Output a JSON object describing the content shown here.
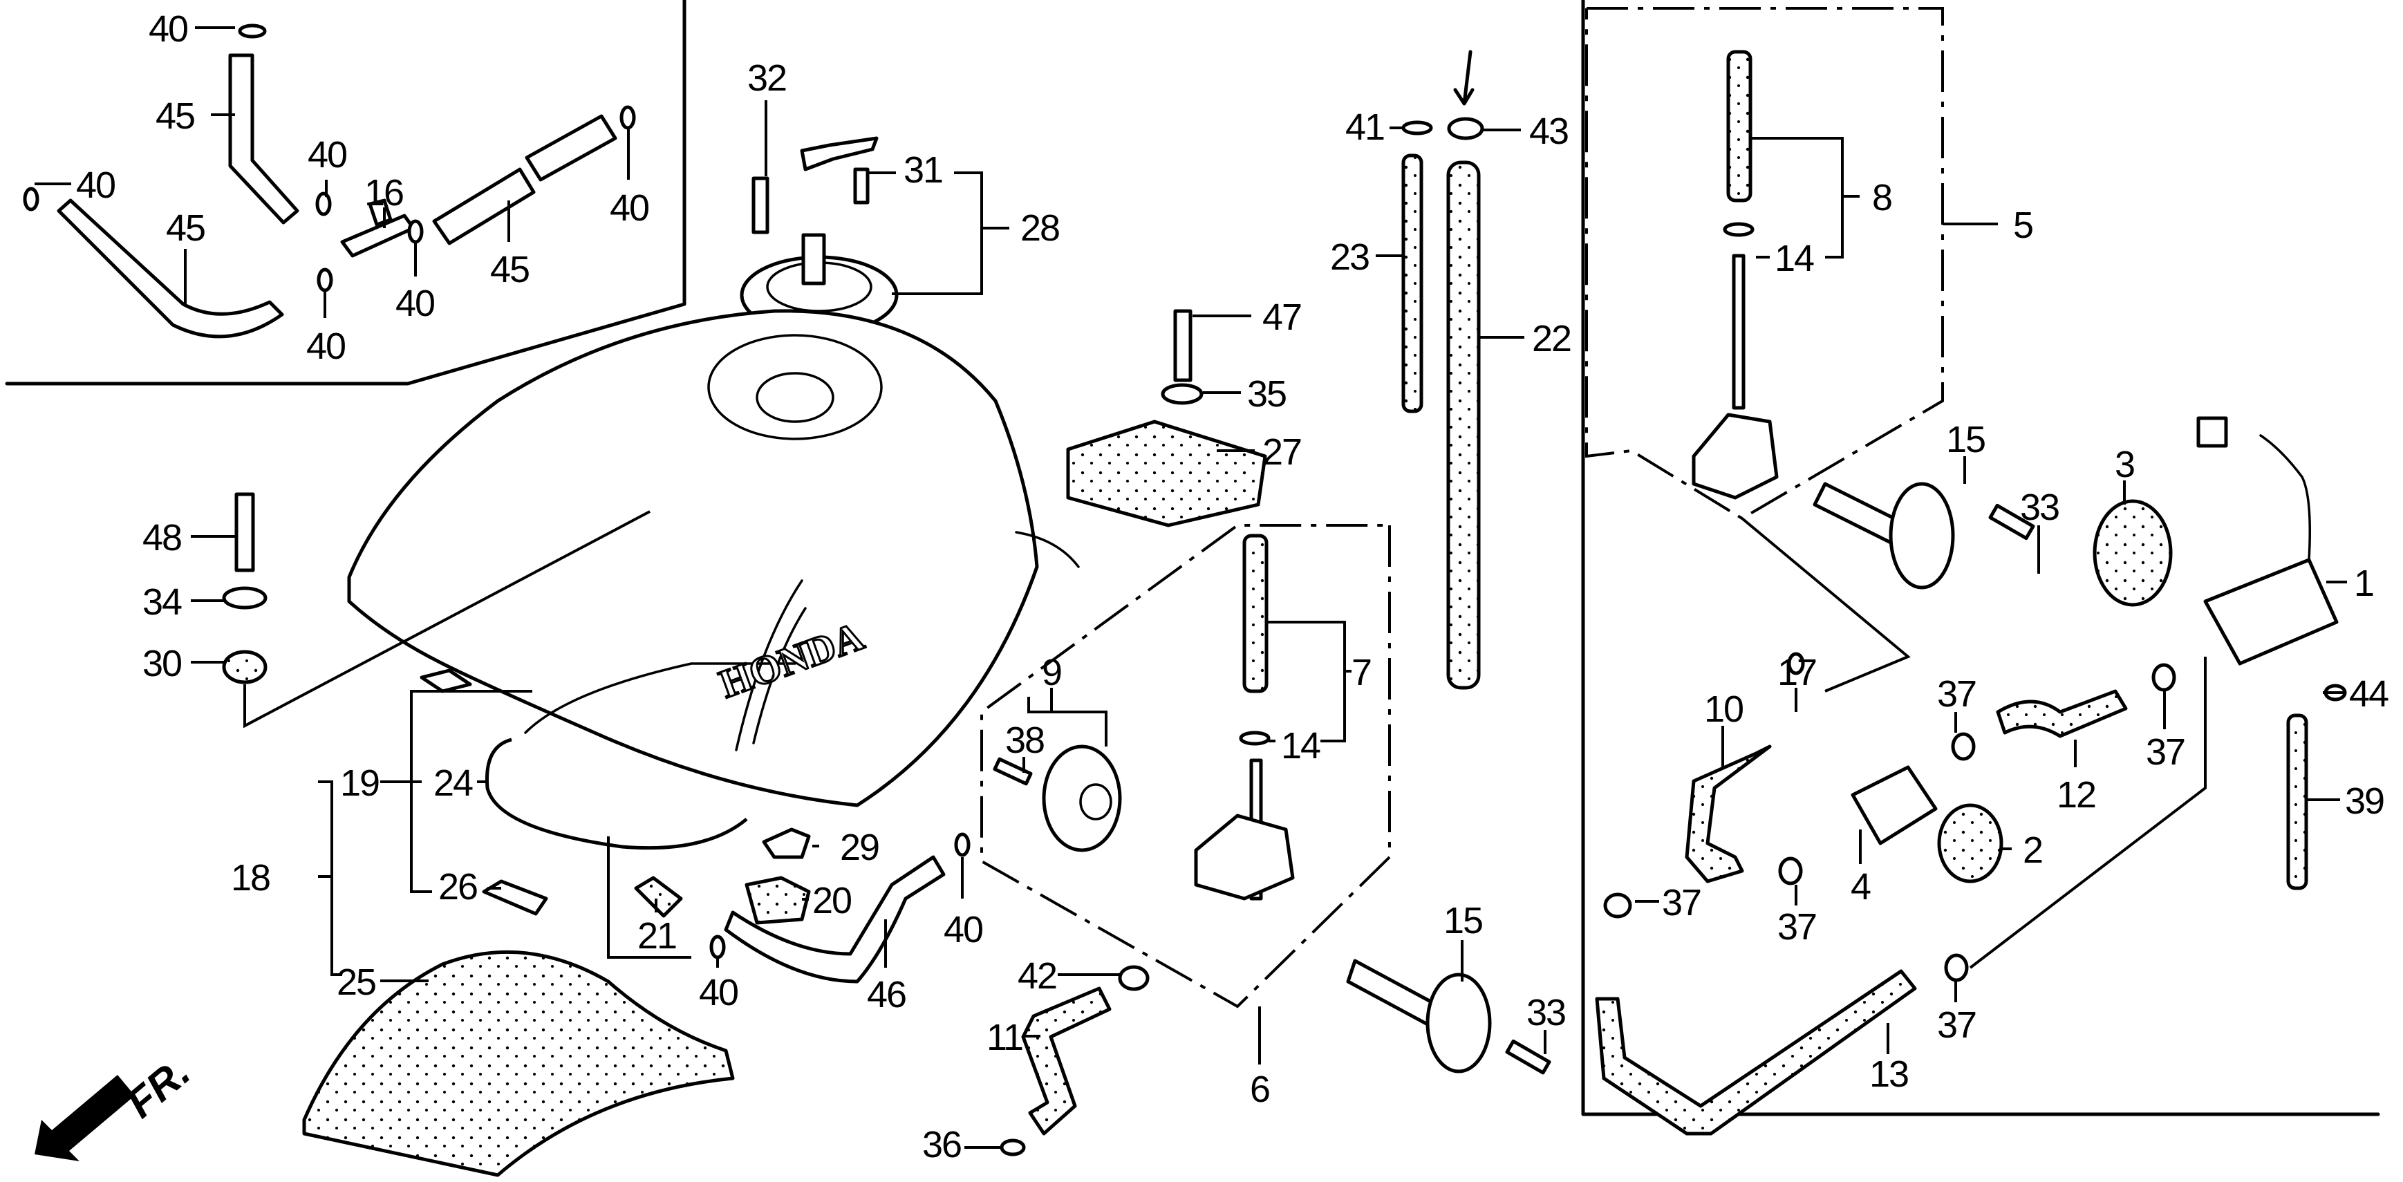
{
  "diagram": {
    "title": "Fuel Tank / Fuel Pump exploded parts diagram",
    "brand_text": "HONDA",
    "direction_marker": "FR.",
    "colors": {
      "line": "#000000",
      "background": "#ffffff"
    }
  },
  "callouts": [
    {
      "id": "c40a",
      "text": "40"
    },
    {
      "id": "c45a",
      "text": "45"
    },
    {
      "id": "c40b",
      "text": "40"
    },
    {
      "id": "c45b",
      "text": "45"
    },
    {
      "id": "c40c",
      "text": "40"
    },
    {
      "id": "c16",
      "text": "16"
    },
    {
      "id": "c40d",
      "text": "40"
    },
    {
      "id": "c40e",
      "text": "40"
    },
    {
      "id": "c45c",
      "text": "45"
    },
    {
      "id": "c40f",
      "text": "40"
    },
    {
      "id": "c32",
      "text": "32"
    },
    {
      "id": "c31",
      "text": "31"
    },
    {
      "id": "c28",
      "text": "28"
    },
    {
      "id": "c41",
      "text": "41"
    },
    {
      "id": "c43",
      "text": "43"
    },
    {
      "id": "c23",
      "text": "23"
    },
    {
      "id": "c22",
      "text": "22"
    },
    {
      "id": "c47",
      "text": "47"
    },
    {
      "id": "c35",
      "text": "35"
    },
    {
      "id": "c27",
      "text": "27"
    },
    {
      "id": "c48",
      "text": "48"
    },
    {
      "id": "c34",
      "text": "34"
    },
    {
      "id": "c30",
      "text": "30"
    },
    {
      "id": "c8",
      "text": "8"
    },
    {
      "id": "c14a",
      "text": "14"
    },
    {
      "id": "c5",
      "text": "5"
    },
    {
      "id": "c15a",
      "text": "15"
    },
    {
      "id": "c33a",
      "text": "33"
    },
    {
      "id": "c3",
      "text": "3"
    },
    {
      "id": "c1",
      "text": "1"
    },
    {
      "id": "c9",
      "text": "9"
    },
    {
      "id": "c38",
      "text": "38"
    },
    {
      "id": "c7",
      "text": "7"
    },
    {
      "id": "c14b",
      "text": "14"
    },
    {
      "id": "c17",
      "text": "17"
    },
    {
      "id": "c10",
      "text": "10"
    },
    {
      "id": "c37a",
      "text": "37"
    },
    {
      "id": "c12",
      "text": "12"
    },
    {
      "id": "c37b",
      "text": "37"
    },
    {
      "id": "c44",
      "text": "44"
    },
    {
      "id": "c39",
      "text": "39"
    },
    {
      "id": "c19",
      "text": "19"
    },
    {
      "id": "c24",
      "text": "24"
    },
    {
      "id": "c18",
      "text": "18"
    },
    {
      "id": "c26",
      "text": "26"
    },
    {
      "id": "c29",
      "text": "29"
    },
    {
      "id": "c20",
      "text": "20"
    },
    {
      "id": "c21",
      "text": "21"
    },
    {
      "id": "c40g",
      "text": "40"
    },
    {
      "id": "c46",
      "text": "46"
    },
    {
      "id": "c40h",
      "text": "40"
    },
    {
      "id": "c25",
      "text": "25"
    },
    {
      "id": "c6",
      "text": "6"
    },
    {
      "id": "c42",
      "text": "42"
    },
    {
      "id": "c11",
      "text": "11"
    },
    {
      "id": "c36",
      "text": "36"
    },
    {
      "id": "c15b",
      "text": "15"
    },
    {
      "id": "c33b",
      "text": "33"
    },
    {
      "id": "c37c",
      "text": "37"
    },
    {
      "id": "c37d",
      "text": "37"
    },
    {
      "id": "c4",
      "text": "4"
    },
    {
      "id": "c2",
      "text": "2"
    },
    {
      "id": "c37e",
      "text": "37"
    },
    {
      "id": "c13",
      "text": "13"
    }
  ]
}
